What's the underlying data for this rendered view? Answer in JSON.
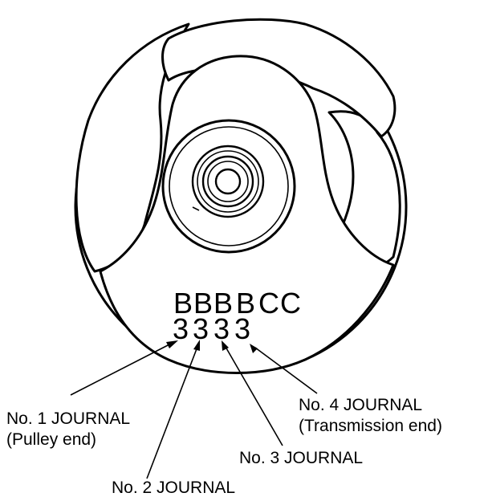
{
  "codes": {
    "top_row": [
      "B",
      "B",
      "B",
      "B",
      "C",
      "C"
    ],
    "bottom_row": [
      "3",
      "3",
      "3",
      "3"
    ]
  },
  "labels": {
    "journal_1": "No. 1 JOURNAL",
    "journal_1_note": "(Pulley end)",
    "journal_2": "No. 2 JOURNAL",
    "journal_3": "No. 3 JOURNAL",
    "journal_4": "No. 4 JOURNAL",
    "journal_4_note": "(Transmission end)"
  }
}
